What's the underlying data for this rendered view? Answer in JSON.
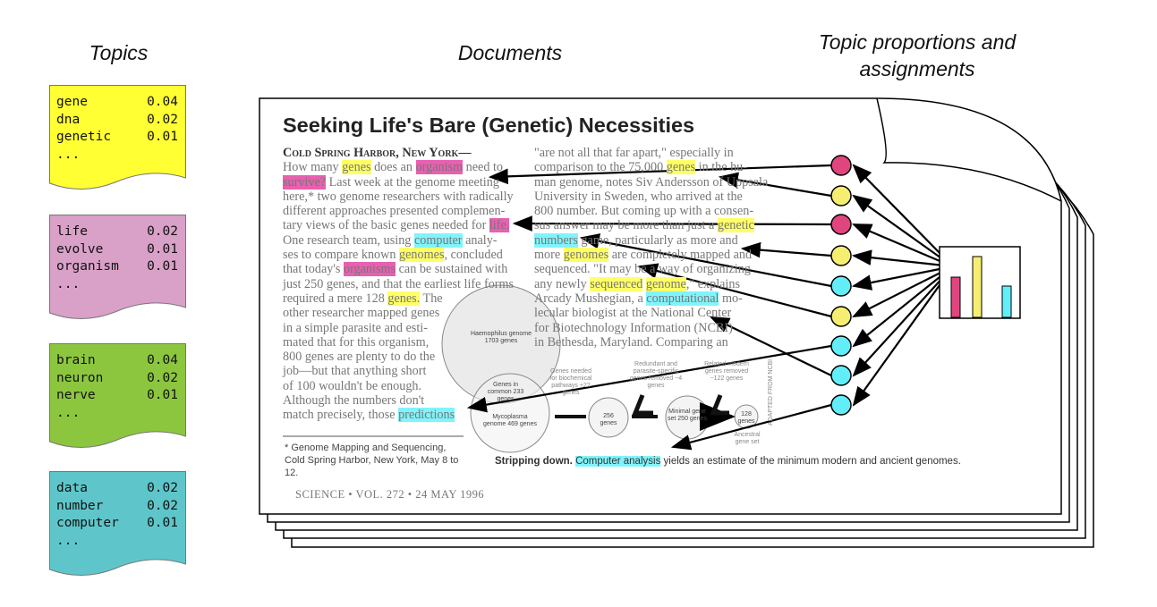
{
  "headers": {
    "topics": "Topics",
    "documents": "Documents",
    "proportions": "Topic proportions and assignments"
  },
  "topics": [
    {
      "color": "#ffff33",
      "words": [
        [
          "gene",
          "0.04"
        ],
        [
          "dna",
          "0.02"
        ],
        [
          "genetic",
          "0.01"
        ],
        [
          "...",
          ""
        ]
      ]
    },
    {
      "color": "#d9a0c8",
      "words": [
        [
          "life",
          "0.02"
        ],
        [
          "evolve",
          "0.01"
        ],
        [
          "organism",
          "0.01"
        ],
        [
          "...",
          ""
        ]
      ]
    },
    {
      "color": "#8cc63f",
      "words": [
        [
          "brain",
          "0.04"
        ],
        [
          "neuron",
          "0.02"
        ],
        [
          "nerve",
          "0.01"
        ],
        [
          "...",
          ""
        ]
      ]
    },
    {
      "color": "#5ec6ca",
      "words": [
        [
          "data",
          "0.02"
        ],
        [
          "number",
          "0.02"
        ],
        [
          "computer",
          "0.01"
        ],
        [
          "...",
          ""
        ]
      ]
    }
  ],
  "document": {
    "headline": "Seeking Life's Bare (Genetic) Necessities",
    "dateline": "Cold Spring Harbor, New York—",
    "col1": [
      [
        [
          "How many ",
          ""
        ],
        [
          "genes",
          "y"
        ],
        [
          " does an ",
          ""
        ],
        [
          "organism",
          "p"
        ],
        [
          " need to",
          ""
        ]
      ],
      [
        [
          "survive?",
          "p"
        ],
        [
          " Last week at the genome meeting",
          ""
        ]
      ],
      [
        [
          "here,* two genome researchers with radically",
          ""
        ]
      ],
      [
        [
          "different approaches presented complemen-",
          ""
        ]
      ],
      [
        [
          "tary views of the basic genes needed for ",
          ""
        ],
        [
          "life.",
          "p"
        ]
      ],
      [
        [
          "One research team, using ",
          ""
        ],
        [
          "computer",
          "c"
        ],
        [
          " analy-",
          ""
        ]
      ],
      [
        [
          "ses to compare known ",
          ""
        ],
        [
          "genomes",
          "y"
        ],
        [
          ", concluded",
          ""
        ]
      ],
      [
        [
          "that today's ",
          ""
        ],
        [
          "organisms",
          "p"
        ],
        [
          " can be sustained with",
          ""
        ]
      ],
      [
        [
          "just 250 genes, and that the earliest life forms",
          ""
        ]
      ],
      [
        [
          "required a mere 128 ",
          ""
        ],
        [
          "genes.",
          "y"
        ],
        [
          " The",
          ""
        ]
      ],
      [
        [
          "other researcher mapped genes",
          ""
        ]
      ],
      [
        [
          "in a simple parasite and esti-",
          ""
        ]
      ],
      [
        [
          "mated that for this organism,",
          ""
        ]
      ],
      [
        [
          "800 genes are plenty to do the",
          ""
        ]
      ],
      [
        [
          "job—but that anything short",
          ""
        ]
      ],
      [
        [
          "of 100 wouldn't be enough.",
          ""
        ]
      ],
      [
        [
          "    Although the numbers don't",
          ""
        ]
      ],
      [
        [
          "match precisely, those ",
          ""
        ],
        [
          "predictions",
          "c"
        ]
      ]
    ],
    "col2": [
      [
        [
          "\"are not all that far apart,\" especially in",
          ""
        ]
      ],
      [
        [
          "comparison to the 75,000 ",
          ""
        ],
        [
          "genes",
          "y"
        ],
        [
          " in the hu-",
          ""
        ]
      ],
      [
        [
          "man genome, notes Siv Andersson of Uppsala",
          ""
        ]
      ],
      [
        [
          "University in Sweden, who arrived at the",
          ""
        ]
      ],
      [
        [
          "800 number. But coming up with a consen-",
          ""
        ]
      ],
      [
        [
          "sus answer may be more than just a ",
          ""
        ],
        [
          "genetic",
          "y"
        ]
      ],
      [
        [
          "numbers",
          "c"
        ],
        [
          " game, particularly as more and",
          ""
        ]
      ],
      [
        [
          "more ",
          ""
        ],
        [
          "genomes",
          "y"
        ],
        [
          " are completely mapped and",
          ""
        ]
      ],
      [
        [
          "sequenced. \"It may be a way of organizing",
          ""
        ]
      ],
      [
        [
          "any newly ",
          ""
        ],
        [
          "sequenced",
          "y"
        ],
        [
          " ",
          ""
        ],
        [
          "genome",
          "y"
        ],
        [
          ",\" explains",
          ""
        ]
      ],
      [
        [
          "  Arcady Mushegian, a ",
          ""
        ],
        [
          "computational",
          "c"
        ],
        [
          " mo-",
          ""
        ]
      ],
      [
        [
          "  lecular biologist at the National Center",
          ""
        ]
      ],
      [
        [
          "  for Biotechnology Information (NCBI)",
          ""
        ]
      ],
      [
        [
          "  in Bethesda, Maryland. Comparing an",
          ""
        ]
      ]
    ],
    "footnote": "* Genome Mapping and Sequencing, Cold Spring Harbor, New York, May 8 to 12.",
    "caption_bold": "Stripping down.",
    "caption_hl": "Computer analysis",
    "caption_rest": " yields an estimate of the minimum modern and ancient genomes.",
    "footer": "SCIENCE • VOL. 272 • 24 MAY 1996",
    "figure": {
      "haemophilus": "Haemophilus genome 1703 genes",
      "common": "Genes in common 233 genes",
      "mycoplasma": "Mycoplasma genome 469 genes",
      "step1": "Genes needed for biochemical pathways +22 genes",
      "c1": "256 genes",
      "step2": "Redundant and parasite-specific genes removed −4 genes",
      "c2": "Minimal gene set 250 genes",
      "step3": "Related modern genes removed −122 genes",
      "c3": "128 genes",
      "ancestral": "Ancestral gene set",
      "credit": "ADAPTED FROM NCBI"
    }
  },
  "assignments": [
    "pink",
    "yellow",
    "pink",
    "yellow",
    "cyan",
    "yellow",
    "cyan",
    "cyan",
    "cyan"
  ],
  "proportions": [
    {
      "topic": "pink",
      "value": 0.45
    },
    {
      "topic": "yellow",
      "value": 0.68
    },
    {
      "topic": "cyan",
      "value": 0.35
    }
  ],
  "colors": {
    "pink": "#e0457f",
    "yellow": "#f6ee70",
    "cyan": "#62eef8"
  }
}
